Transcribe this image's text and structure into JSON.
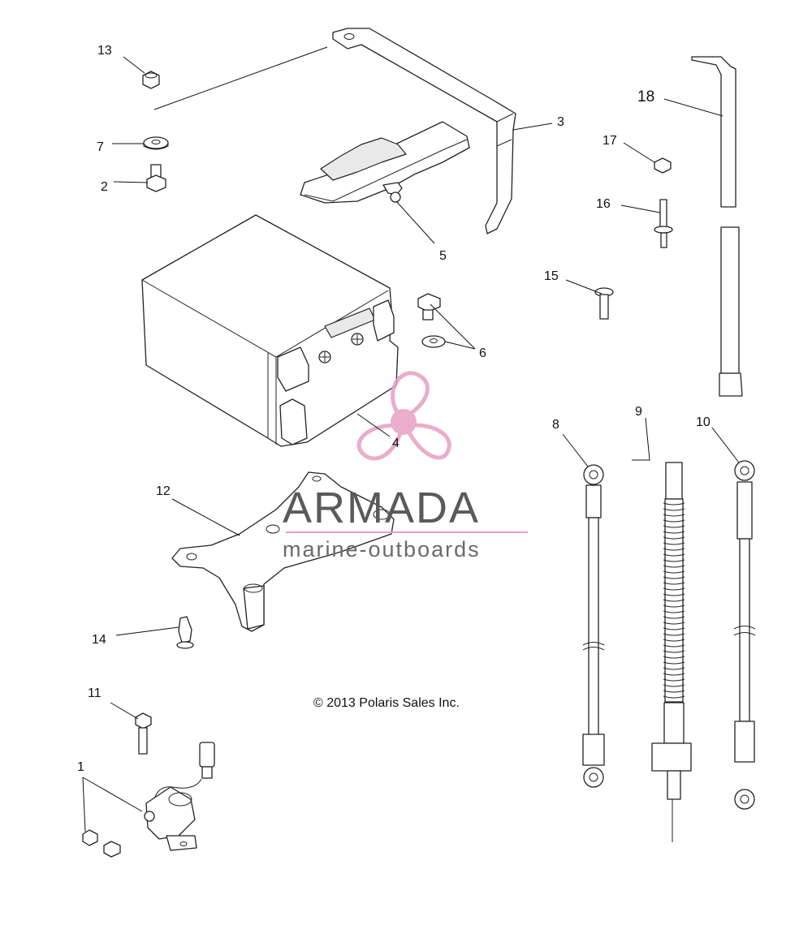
{
  "callouts": {
    "c1": "1",
    "c2": "2",
    "c3": "3",
    "c4": "4",
    "c5": "5",
    "c6": "6",
    "c7": "7",
    "c8": "8",
    "c9": "9",
    "c10": "10",
    "c11": "11",
    "c12": "12",
    "c13": "13",
    "c14": "14",
    "c15": "15",
    "c16": "16",
    "c17": "17",
    "c18": "18"
  },
  "copyright": "© 2013 Polaris Sales Inc.",
  "watermark": {
    "title": "ARMADA",
    "subtitle": "marine-outboards",
    "logo_color": "#e79fc4",
    "text_color": "#5a5a5a"
  }
}
